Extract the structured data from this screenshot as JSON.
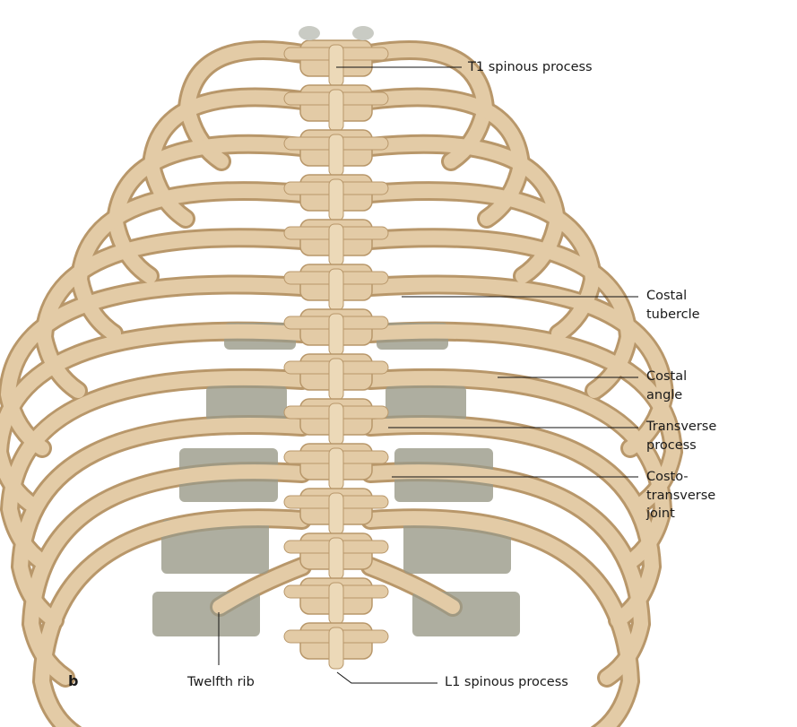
{
  "figure_letter": "b",
  "labels": {
    "t1": "T1 spinous process",
    "costal_tubercle": [
      "Costal",
      "tubercle"
    ],
    "costal_angle": [
      "Costal",
      "angle"
    ],
    "transverse_process": [
      "Transverse",
      "process"
    ],
    "costotransverse_joint": [
      "Costo-",
      "transverse",
      "joint"
    ],
    "twelfth_rib": "Twelfth rib",
    "l1": "L1 spinous process"
  },
  "colors": {
    "bone": "#e3cba6",
    "bone_shadow": "#b8976a",
    "cartilage": "#9a9a88",
    "line": "#111111"
  }
}
